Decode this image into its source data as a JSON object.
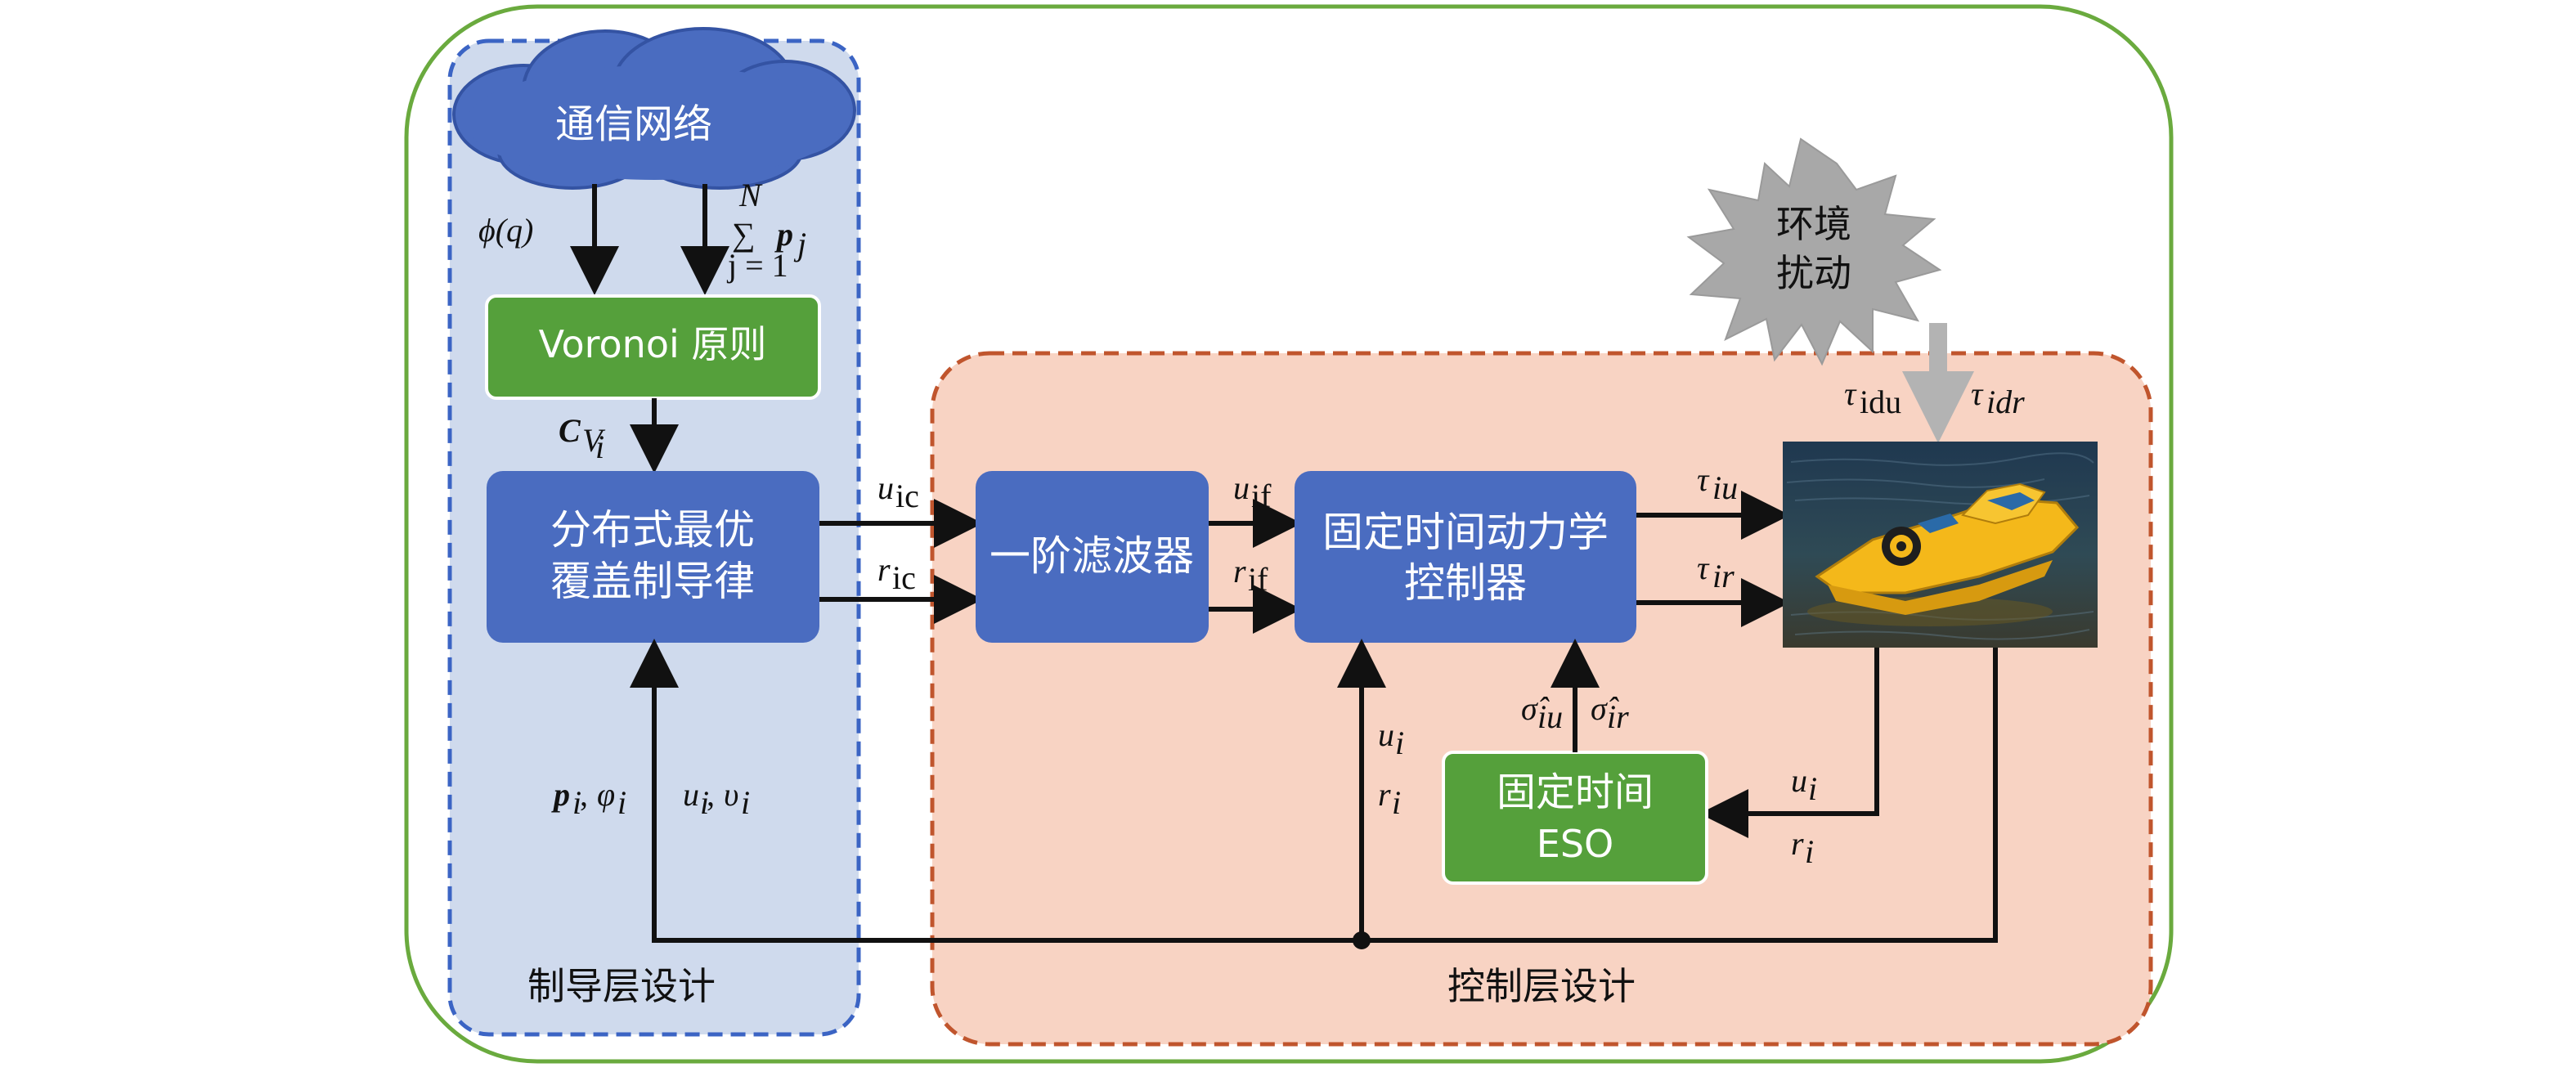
{
  "colors": {
    "outer_border": "#6aaa3e",
    "guidance_region_fill": "#cfdaed",
    "guidance_region_border": "#3b64c4",
    "control_region_fill": "#f8d3c3",
    "control_region_border": "#c0552d",
    "blue_block": "#4a6cc0",
    "green_block": "#55a03b",
    "cloud": "#4a6cc0",
    "burst": "#a8a8a8",
    "wire": "#111111"
  },
  "regions": {
    "guidance_label": "制导层设计",
    "control_label": "控制层设计"
  },
  "blocks": {
    "network": "通信网络",
    "voronoi": "Voronoi 原则",
    "guidance_law_line1": "分布式最优",
    "guidance_law_line2": "覆盖制导律",
    "filter": "一阶滤波器",
    "controller_line1": "固定时间动力学",
    "controller_line2": "控制器",
    "eso_line1": "固定时间",
    "eso_line2": "ESO",
    "disturbance_line1": "环境",
    "disturbance_line2": "扰动"
  },
  "signals": {
    "phi_q": "ϕ(q)",
    "sum_upper": "N",
    "sum_symbol": "∑",
    "sum_lower": "j = 1",
    "sum_term": "p",
    "sum_term_sub": "j",
    "cv": "C",
    "cv_sub": "V",
    "cv_subsub": "i",
    "uic": "u",
    "uic_sub": "ic",
    "ric": "r",
    "ric_sub": "ic",
    "uif": "u",
    "uif_sub": "if",
    "rif": "r",
    "rif_sub": "if",
    "tau_iu": "τ",
    "tau_iu_sub": "iu",
    "tau_ir": "τ",
    "tau_ir_sub": "ir",
    "tau_idu": "τ",
    "tau_idu_sub": "idu",
    "tau_idr": "τ",
    "tau_idr_sub": "idr",
    "sigma_iu": "σ̂",
    "sigma_iu_sub": "iu",
    "sigma_ir": "σ̂",
    "sigma_ir_sub": "ir",
    "u_i": "u",
    "r_i": "r",
    "sub_i": "i",
    "p_phi_p": "p",
    "p_phi_phi": "φ",
    "u_v_u": "u",
    "u_v_v": "υ",
    "comma": ","
  },
  "icons": {
    "boat": "yellow-boat-photo"
  }
}
